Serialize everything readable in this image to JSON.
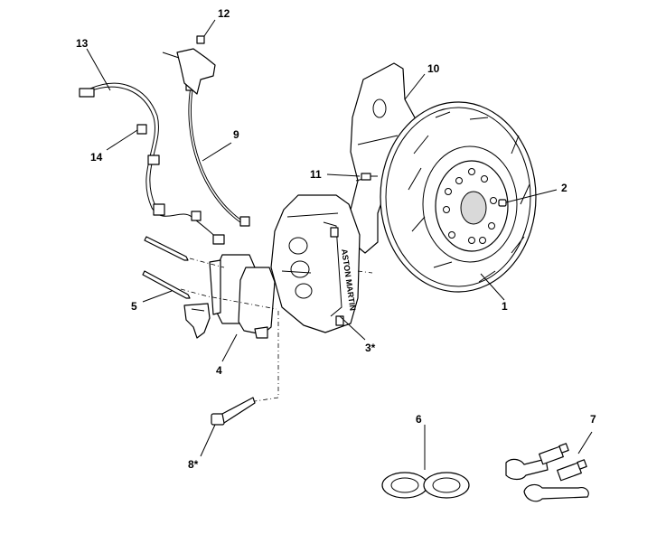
{
  "callouts": {
    "c1": "1",
    "c2": "2",
    "c3": "3*",
    "c4": "4",
    "c5": "5",
    "c6": "6",
    "c7": "7",
    "c8": "8*",
    "c9": "9",
    "c10": "10",
    "c11": "11",
    "c12": "12",
    "c13": "13",
    "c14": "14"
  },
  "caliper_logo": "ASTON MARTIN"
}
